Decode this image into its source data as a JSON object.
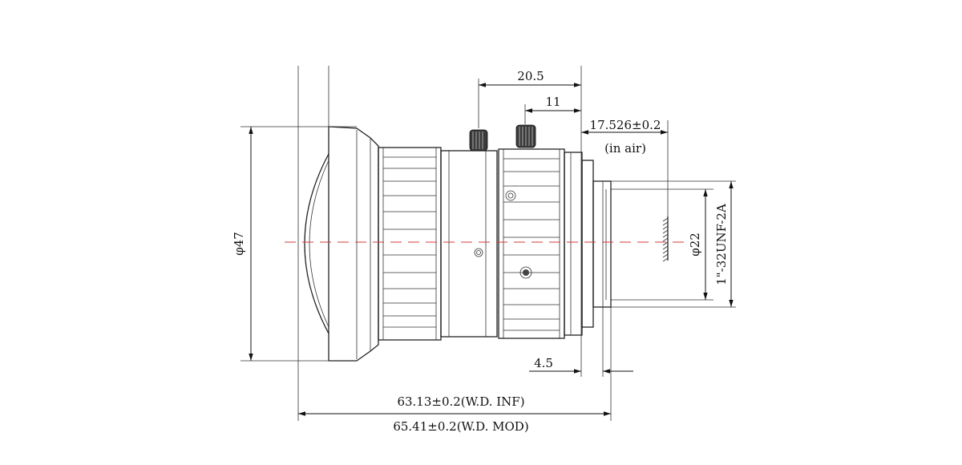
{
  "dimensions": {
    "total_length_inf": "63.13±0.2(W.D. INF)",
    "total_length_mod": "65.41±0.2(W.D. MOD)",
    "front_diameter": "φ47",
    "knob_distance_focus": "20.5",
    "knob_distance_iris": "11",
    "flange_back": "17.526±0.2",
    "flange_back_note": "(in air)",
    "mount_diameter": "φ22",
    "mount_thread": "1\"-32UNF-2A",
    "mount_length": "4.5"
  },
  "colors": {
    "line": "#222222",
    "centerline": "#d23a3a"
  }
}
